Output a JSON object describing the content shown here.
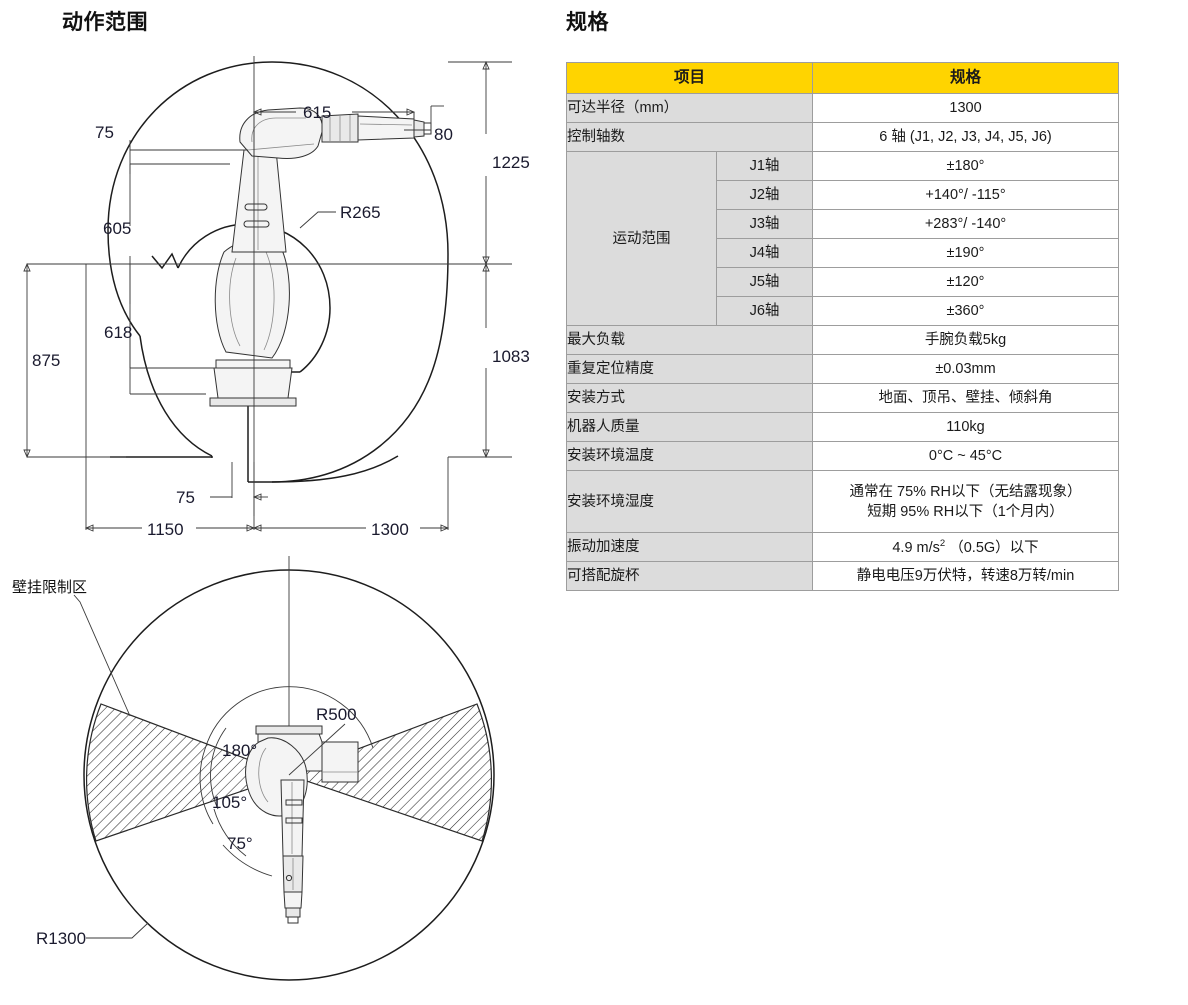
{
  "headings": {
    "motion_range": "动作范围",
    "specification": "规格"
  },
  "colors": {
    "header_yellow": "#FFD400",
    "label_gray": "#dcdcdc",
    "border_gray": "#9d9d9d",
    "line_dark": "#1d1d1d"
  },
  "spec_table": {
    "columns": [
      "项目",
      "规格"
    ],
    "rows": [
      {
        "label": "可达半径（mm）",
        "value": "1300"
      },
      {
        "label": "控制轴数",
        "value": "6 轴 (J1, J2, J3, J4, J5, J6)"
      },
      {
        "label": "运动范围",
        "group": true,
        "sub": [
          {
            "axis": "J1轴",
            "value": "±180°"
          },
          {
            "axis": "J2轴",
            "value": "+140°/ -115°"
          },
          {
            "axis": "J3轴",
            "value": "+283°/ -140°"
          },
          {
            "axis": "J4轴",
            "value": "±190°"
          },
          {
            "axis": "J5轴",
            "value": "±120°"
          },
          {
            "axis": "J6轴",
            "value": "±360°"
          }
        ]
      },
      {
        "label": "最大负载",
        "value": "手腕负载5kg"
      },
      {
        "label": "重复定位精度",
        "value": "±0.03mm"
      },
      {
        "label": "安装方式",
        "value": "地面、顶吊、壁挂、倾斜角"
      },
      {
        "label": "机器人质量",
        "value": "110kg"
      },
      {
        "label": "安装环境温度",
        "value": "0°C ~ 45°C"
      },
      {
        "label": "安装环境湿度",
        "value_line1": "通常在 75% RH以下（无结露现象）",
        "value_line2": "短期 95% RH以下（1个月内）",
        "tall": true
      },
      {
        "label": "振动加速度",
        "value_prefix": "4.9 m/s",
        "value_sup": "2",
        "value_suffix": " （0.5G）以下"
      },
      {
        "label": "可搭配旋杯",
        "value": "静电电压9万伏特，转速8万转/min"
      }
    ]
  },
  "side_view": {
    "dimensions": {
      "d_75_top": "75",
      "d_615": "615",
      "d_80": "80",
      "d_1225": "1225",
      "d_605": "605",
      "r_265": "R265",
      "d_618": "618",
      "d_875": "875",
      "d_1083": "1083",
      "d_75_bottom": "75",
      "d_1150": "1150",
      "d_1300": "1300"
    }
  },
  "top_view": {
    "labels": {
      "restricted_zone": "壁挂限制区",
      "r_500": "R500",
      "r_1300": "R1300",
      "a_180": "180°",
      "a_105": "105°",
      "a_75": "75°"
    }
  }
}
